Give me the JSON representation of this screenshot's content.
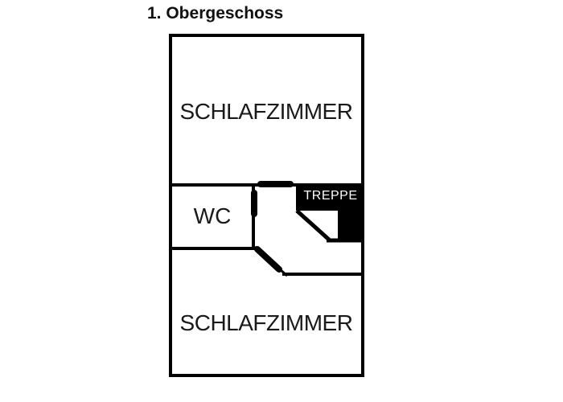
{
  "title": "1. Obergeschoss",
  "floorplan": {
    "rooms": [
      {
        "name": "bedroom-top",
        "label": "SCHLAFZIMMER"
      },
      {
        "name": "wc",
        "label": "WC"
      },
      {
        "name": "stairs",
        "label": "TREPPE"
      },
      {
        "name": "bedroom-bottom",
        "label": "SCHLAFZIMMER"
      }
    ],
    "colors": {
      "wall": "#000000",
      "door": "#C00000",
      "stair_rail": "#F0A366",
      "stairs_fill": "#000000",
      "stairs_label": "#FFFFFF",
      "background": "#FFFFFF"
    }
  }
}
